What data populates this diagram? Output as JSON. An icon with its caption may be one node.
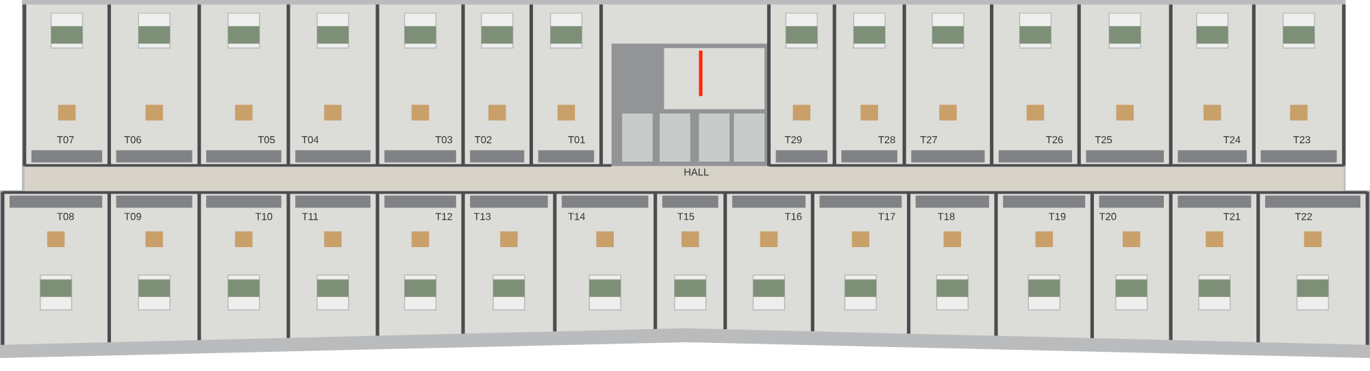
{
  "diagram": {
    "labels": [
      "T07",
      "T06",
      "T05",
      "T04",
      "T03",
      "T02",
      "T01",
      "T29",
      "T28",
      "T27",
      "T26",
      "T25",
      "T24",
      "T23",
      "HALL",
      "T08",
      "T09",
      "T10",
      "T11",
      "T12",
      "T13",
      "T14",
      "T15",
      "T16",
      "T17",
      "T18",
      "T19",
      "T20",
      "T21",
      "T22"
    ]
  }
}
